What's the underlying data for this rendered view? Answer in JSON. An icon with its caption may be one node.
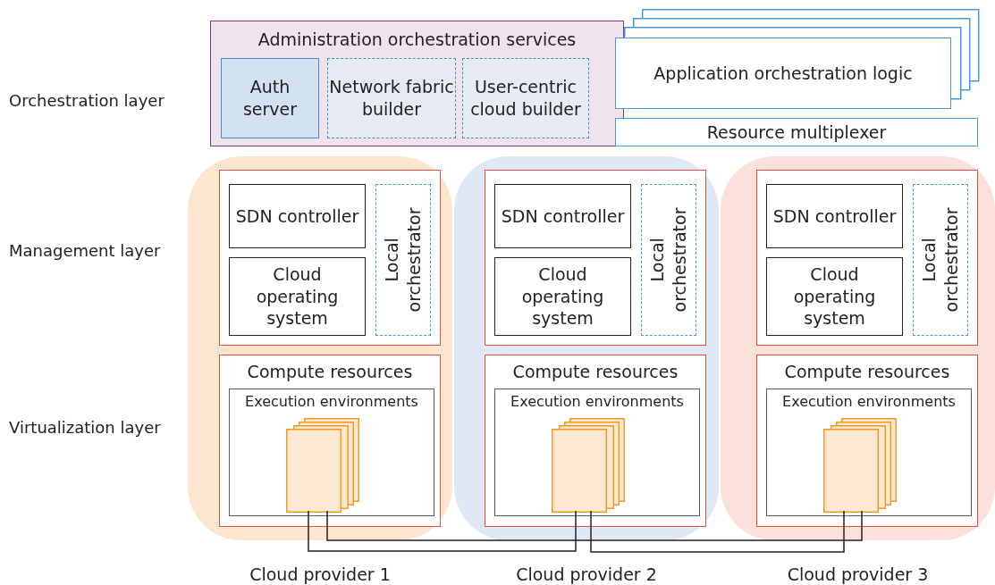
{
  "diagram": {
    "nodes": [
      {
        "text": [
          "Administration orchestration services"
        ]
      },
      {
        "text": [
          "Auth server"
        ],
        "in": 0
      },
      {
        "text": [
          "Network fabric builder"
        ],
        "in": 0
      },
      {
        "text": [
          "User-centric cloud builder"
        ],
        "in": 0
      },
      {
        "text": [
          "Application orchestration logic"
        ]
      },
      {
        "text": [
          "Resource multiplexer"
        ]
      },
      {
        "text": [
          "Cloud provider 1"
        ]
      },
      {
        "text": [],
        "shape": "box",
        "in": 6
      },
      {
        "text": [
          "SDN controller"
        ],
        "in": 7
      },
      {
        "text": [
          "Cloud operating system"
        ],
        "in": 7
      },
      {
        "text": [
          "Local orchestrator"
        ],
        "in": 7
      },
      {
        "text": [
          "Compute resources"
        ],
        "in": 6
      },
      {
        "text": [
          "Execution environments"
        ],
        "in": 11
      },
      {
        "text": [],
        "shape": "box",
        "in": 12
      },
      {
        "text": [
          "Cloud provider 2"
        ]
      },
      {
        "text": [],
        "shape": "box",
        "in": 14
      },
      {
        "text": [
          "SDN controller"
        ],
        "in": 15
      },
      {
        "text": [
          "Cloud operating system"
        ],
        "in": 15
      },
      {
        "text": [
          "Local orchestrator"
        ],
        "in": 15
      },
      {
        "text": [
          "Compute resources"
        ],
        "in": 14
      },
      {
        "text": [
          "Execution environments"
        ],
        "in": 19
      },
      {
        "text": [],
        "shape": "box",
        "in": 20
      },
      {
        "text": [
          "Cloud provider 3"
        ]
      },
      {
        "text": [],
        "shape": "box",
        "in": 22
      },
      {
        "text": [
          "SDN controller"
        ],
        "in": 23
      },
      {
        "text": [
          "Cloud operating system"
        ],
        "in": 23
      },
      {
        "text": [
          "Local orchestrator"
        ],
        "in": 23
      },
      {
        "text": [
          "Compute resources"
        ],
        "in": 22
      },
      {
        "text": [
          "Execution environments"
        ],
        "in": 27
      },
      {
        "text": [],
        "shape": "box",
        "in": 28
      }
    ],
    "edges": [
      {
        "from": 13,
        "to": 21,
        "arrow": "none"
      },
      {
        "from": 13,
        "to": 29,
        "arrow": "none"
      },
      {
        "from": 21,
        "to": 29,
        "arrow": "none"
      }
    ],
    "labels": [
      "Orchestration layer",
      "Management layer",
      "Virtualization layer"
    ]
  }
}
